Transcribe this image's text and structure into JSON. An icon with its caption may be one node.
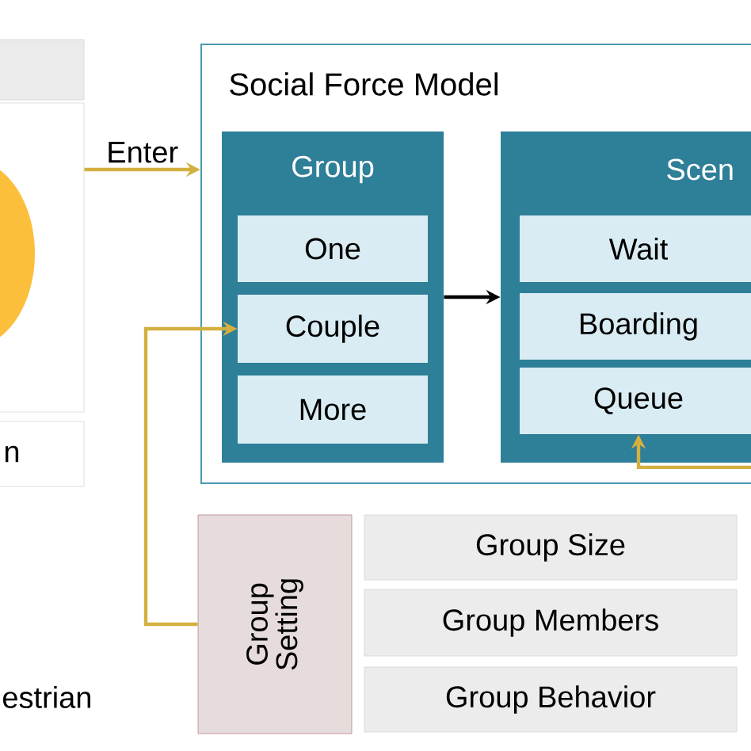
{
  "diagram": {
    "nodes": [
      {
        "text": [],
        "shape": "box"
      },
      {
        "text": [],
        "shape": "box"
      },
      {
        "text": [
          "n"
        ]
      },
      {
        "text": [
          "Social Force Model"
        ]
      },
      {
        "text": [
          "Group"
        ],
        "in": 3
      },
      {
        "text": [
          "One"
        ],
        "in": 4
      },
      {
        "text": [
          "Couple"
        ],
        "in": 4
      },
      {
        "text": [
          "More"
        ],
        "in": 4
      },
      {
        "text": [
          "Scen"
        ],
        "in": 3
      },
      {
        "text": [
          "Wait"
        ],
        "in": 8
      },
      {
        "text": [
          "Boarding"
        ],
        "in": 8
      },
      {
        "text": [
          "Queue"
        ],
        "in": 8
      },
      {
        "text": [
          "Group Setting"
        ]
      },
      {
        "text": [
          "Group Size"
        ]
      },
      {
        "text": [
          "Group Members"
        ]
      },
      {
        "text": [
          "Group Behavior"
        ]
      }
    ],
    "edges": [
      {
        "from": 1,
        "to": 3,
        "arrow": "to",
        "label": "Enter"
      },
      {
        "from": 12,
        "to": 6,
        "arrow": "to"
      },
      {
        "from": 4,
        "to": 8,
        "arrow": "to",
        "color": "#000000"
      },
      {
        "from": null,
        "to": 11,
        "arrow": "to"
      }
    ],
    "labels": [
      "estrian"
    ]
  }
}
